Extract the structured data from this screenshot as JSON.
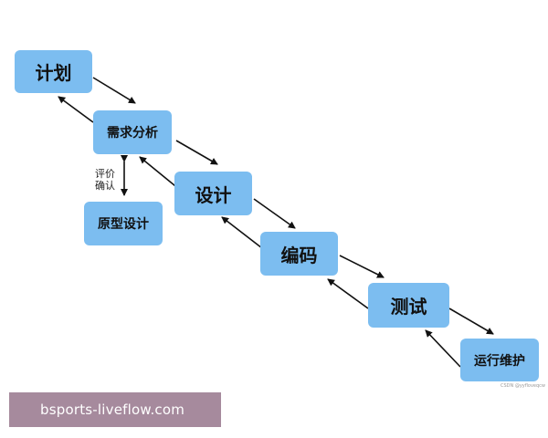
{
  "diagram": {
    "nodes": {
      "plan": "计划",
      "requirements": "需求分析",
      "design": "设计",
      "coding": "编码",
      "testing": "测试",
      "operations": "运行维护",
      "prototype": "原型设计"
    },
    "side_label_line1": "评价",
    "side_label_line2": "确认",
    "small_watermark": "CSDN @yyfloveqcw"
  },
  "overlay": {
    "text": "bsports-liveflow.com"
  },
  "colors": {
    "box_fill": "#7cbdf0",
    "arrow": "#111111",
    "overlay_bg": "#927088"
  }
}
